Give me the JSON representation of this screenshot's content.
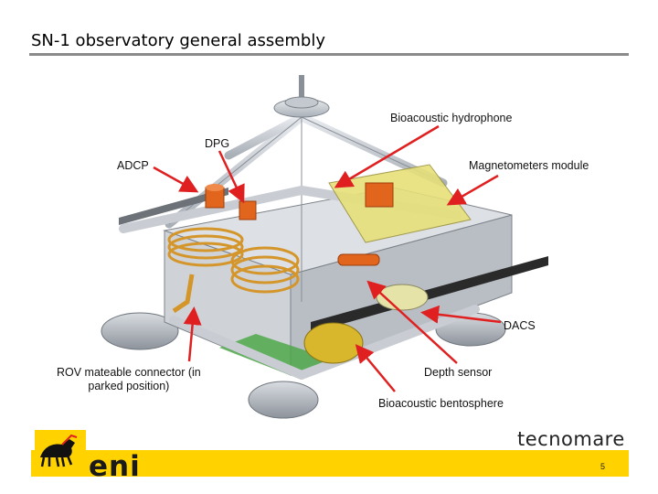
{
  "slide": {
    "title": "SN-1 observatory general assembly",
    "page_number": "5"
  },
  "labels": {
    "bioacoustic_hydrophone": "Bioacoustic hydrophone",
    "dpg": "DPG",
    "adcp": "ADCP",
    "magnetometers_module": "Magnetometers module",
    "dacs": "DACS",
    "rov_connector_line1": "ROV mateable connector (in",
    "rov_connector_line2": "parked position)",
    "depth_sensor": "Depth sensor",
    "bioacoustic_bentosphere": "Bioacoustic bentosphere"
  },
  "branding": {
    "company_logo_text": "tecnomare",
    "eni_logo_text": "eni",
    "accent_color": "#ffd200",
    "arrow_color": "#e02020"
  }
}
